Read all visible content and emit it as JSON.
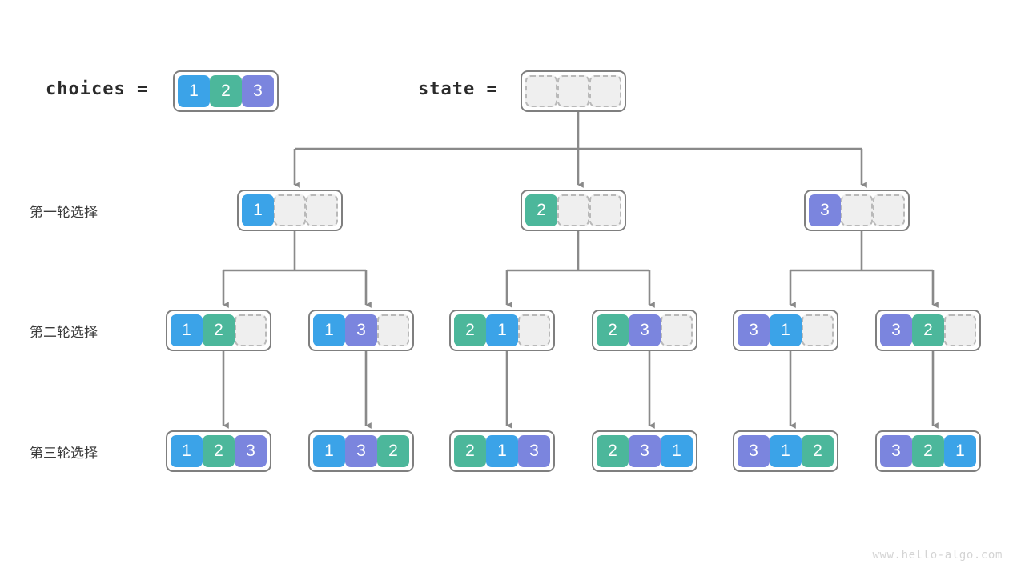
{
  "diagram": {
    "title": "permutation-backtracking-tree",
    "watermark": "www.hello-algo.com",
    "colors": {
      "value_1": "#3ba3e8",
      "value_2": "#4cb79b",
      "value_3": "#7b85de",
      "empty_fill": "#efefef",
      "empty_border": "#b9b9b9",
      "node_border": "#7f7f7f",
      "wire": "#8a8a8a",
      "text": "#2b2b2b",
      "background": "#ffffff"
    }
  },
  "header": {
    "choices_label": "choices =",
    "choices_cells": [
      "1",
      "2",
      "3"
    ],
    "state_label": "state =",
    "state_cells": [
      "",
      "",
      ""
    ]
  },
  "row_captions": [
    "第一轮选择",
    "第二轮选择",
    "第三轮选择"
  ],
  "rows": [
    {
      "caption": "第一轮选择",
      "nodes": [
        {
          "cells": [
            "1",
            "",
            ""
          ]
        },
        {
          "cells": [
            "2",
            "",
            ""
          ]
        },
        {
          "cells": [
            "3",
            "",
            ""
          ]
        }
      ]
    },
    {
      "caption": "第二轮选择",
      "nodes": [
        {
          "cells": [
            "1",
            "2",
            ""
          ]
        },
        {
          "cells": [
            "1",
            "3",
            ""
          ]
        },
        {
          "cells": [
            "2",
            "1",
            ""
          ]
        },
        {
          "cells": [
            "2",
            "3",
            ""
          ]
        },
        {
          "cells": [
            "3",
            "1",
            ""
          ]
        },
        {
          "cells": [
            "3",
            "2",
            ""
          ]
        }
      ]
    },
    {
      "caption": "第三轮选择",
      "nodes": [
        {
          "cells": [
            "1",
            "2",
            "3"
          ]
        },
        {
          "cells": [
            "1",
            "3",
            "2"
          ]
        },
        {
          "cells": [
            "2",
            "1",
            "3"
          ]
        },
        {
          "cells": [
            "2",
            "3",
            "1"
          ]
        },
        {
          "cells": [
            "3",
            "1",
            "2"
          ]
        },
        {
          "cells": [
            "3",
            "2",
            "1"
          ]
        }
      ]
    }
  ]
}
